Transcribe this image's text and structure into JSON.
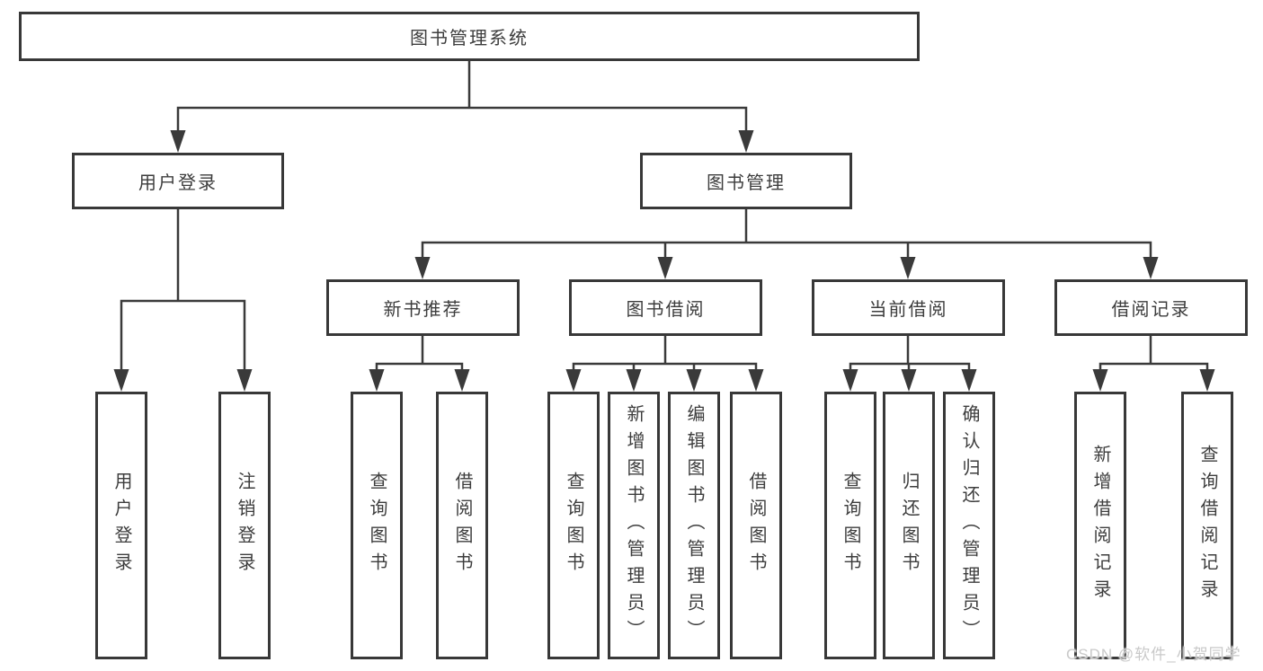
{
  "diagram_type": "functional-structure-tree",
  "tree": {
    "label": "图书管理系统",
    "children": [
      {
        "label": "用户登录",
        "children": [
          {
            "label": "用户登录"
          },
          {
            "label": "注销登录"
          }
        ]
      },
      {
        "label": "图书管理",
        "children": [
          {
            "label": "新书推荐",
            "children": [
              {
                "label": "查询图书"
              },
              {
                "label": "借阅图书"
              }
            ]
          },
          {
            "label": "图书借阅",
            "children": [
              {
                "label": "查询图书"
              },
              {
                "label": "新增图书（管理员）"
              },
              {
                "label": "编辑图书（管理员）"
              },
              {
                "label": "借阅图书"
              }
            ]
          },
          {
            "label": "当前借阅",
            "children": [
              {
                "label": "查询图书"
              },
              {
                "label": "归还图书"
              },
              {
                "label": "确认归还（管理员）"
              }
            ]
          },
          {
            "label": "借阅记录",
            "children": [
              {
                "label": "新增借阅记录"
              },
              {
                "label": "查询借阅记录"
              }
            ]
          }
        ]
      }
    ]
  },
  "watermark": "CSDN @软件_小贺同学",
  "colors": {
    "line": "#3a3a3a",
    "border": "#383838",
    "text": "#3d3d3d",
    "watermark": "#c9c9c9",
    "background": "#ffffff"
  }
}
